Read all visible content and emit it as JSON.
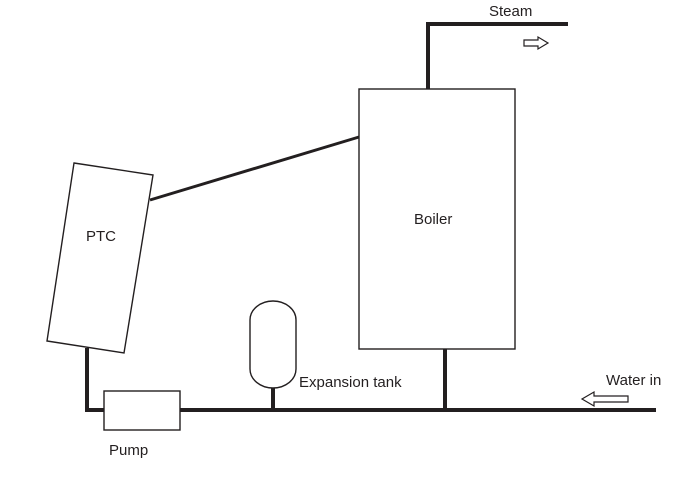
{
  "labels": {
    "steam": "Steam",
    "boiler": "Boiler",
    "ptc": "PTC",
    "expansion_tank": "Expansion tank",
    "water_in": "Water in",
    "pump": "Pump"
  },
  "colors": {
    "line": "#231f20",
    "background": "#ffffff"
  },
  "flow_arrows": [
    {
      "name": "steam-outflow-arrow",
      "direction": "right"
    },
    {
      "name": "water-inflow-arrow",
      "direction": "left"
    }
  ]
}
